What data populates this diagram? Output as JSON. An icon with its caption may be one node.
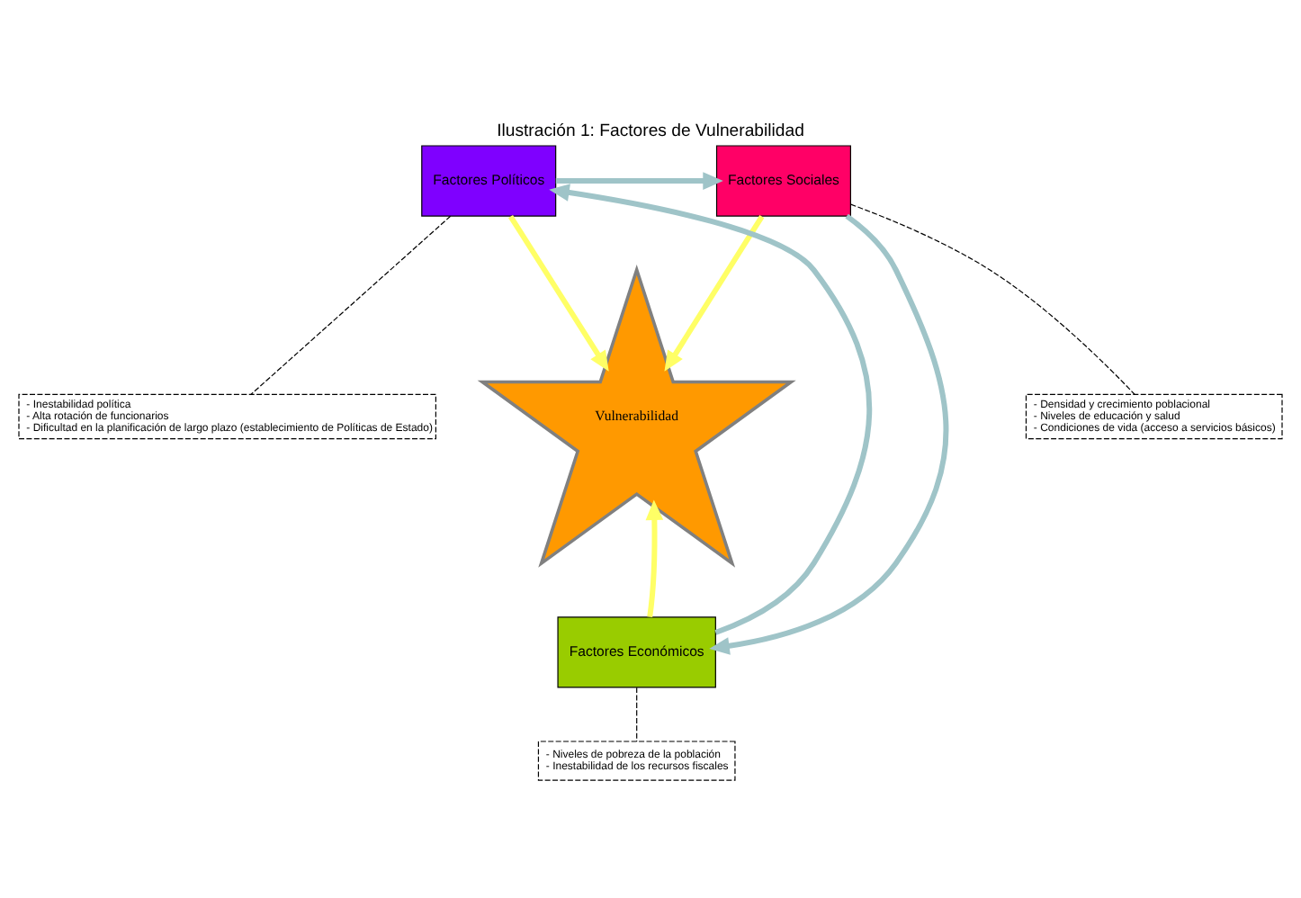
{
  "diagram": {
    "title": "Ilustración 1: Factores de Vulnerabilidad",
    "nodes": [
      {
        "text": [
          "Factores Políticos"
        ]
      },
      {
        "text": [
          "Factores Sociales"
        ]
      },
      {
        "text": [
          "Vulnerabilidad"
        ]
      },
      {
        "text": [
          "Factores Económicos"
        ]
      },
      {
        "text": [
          "- Inestabilidad política",
          "- Alta rotación de funcionarios",
          "- Dificultad en la planificación de largo plazo (establecimiento de Políticas de Estado)"
        ]
      },
      {
        "text": [
          "- Densidad y crecimiento poblacional",
          "- Niveles de educación y salud",
          "- Condiciones de vida (acceso a servicios básicos)"
        ]
      },
      {
        "text": [
          "- Niveles de pobreza de la población",
          "- Inestabilidad de los recursos fiscales"
        ]
      }
    ],
    "edges": [
      {
        "from": 0,
        "to": 2,
        "arrow": "to",
        "color": "#ffff66"
      },
      {
        "from": 1,
        "to": 2,
        "arrow": "to",
        "color": "#ffff66"
      },
      {
        "from": 3,
        "to": 2,
        "arrow": "to",
        "color": "#ffff66"
      },
      {
        "from": 0,
        "to": 4,
        "arrow": "none",
        "style": "dashed",
        "color": "#000000"
      },
      {
        "from": 1,
        "to": 5,
        "arrow": "none",
        "style": "dashed",
        "color": "#000000"
      },
      {
        "from": 3,
        "to": 6,
        "arrow": "none",
        "style": "dashed",
        "color": "#000000"
      },
      {
        "from": 0,
        "to": 1,
        "arrow": "to",
        "color": "#9fc4c8"
      },
      {
        "from": 1,
        "to": 3,
        "arrow": "to",
        "color": "#9fc4c8"
      },
      {
        "from": 3,
        "to": 0,
        "arrow": "to",
        "color": "#9fc4c8"
      }
    ]
  }
}
